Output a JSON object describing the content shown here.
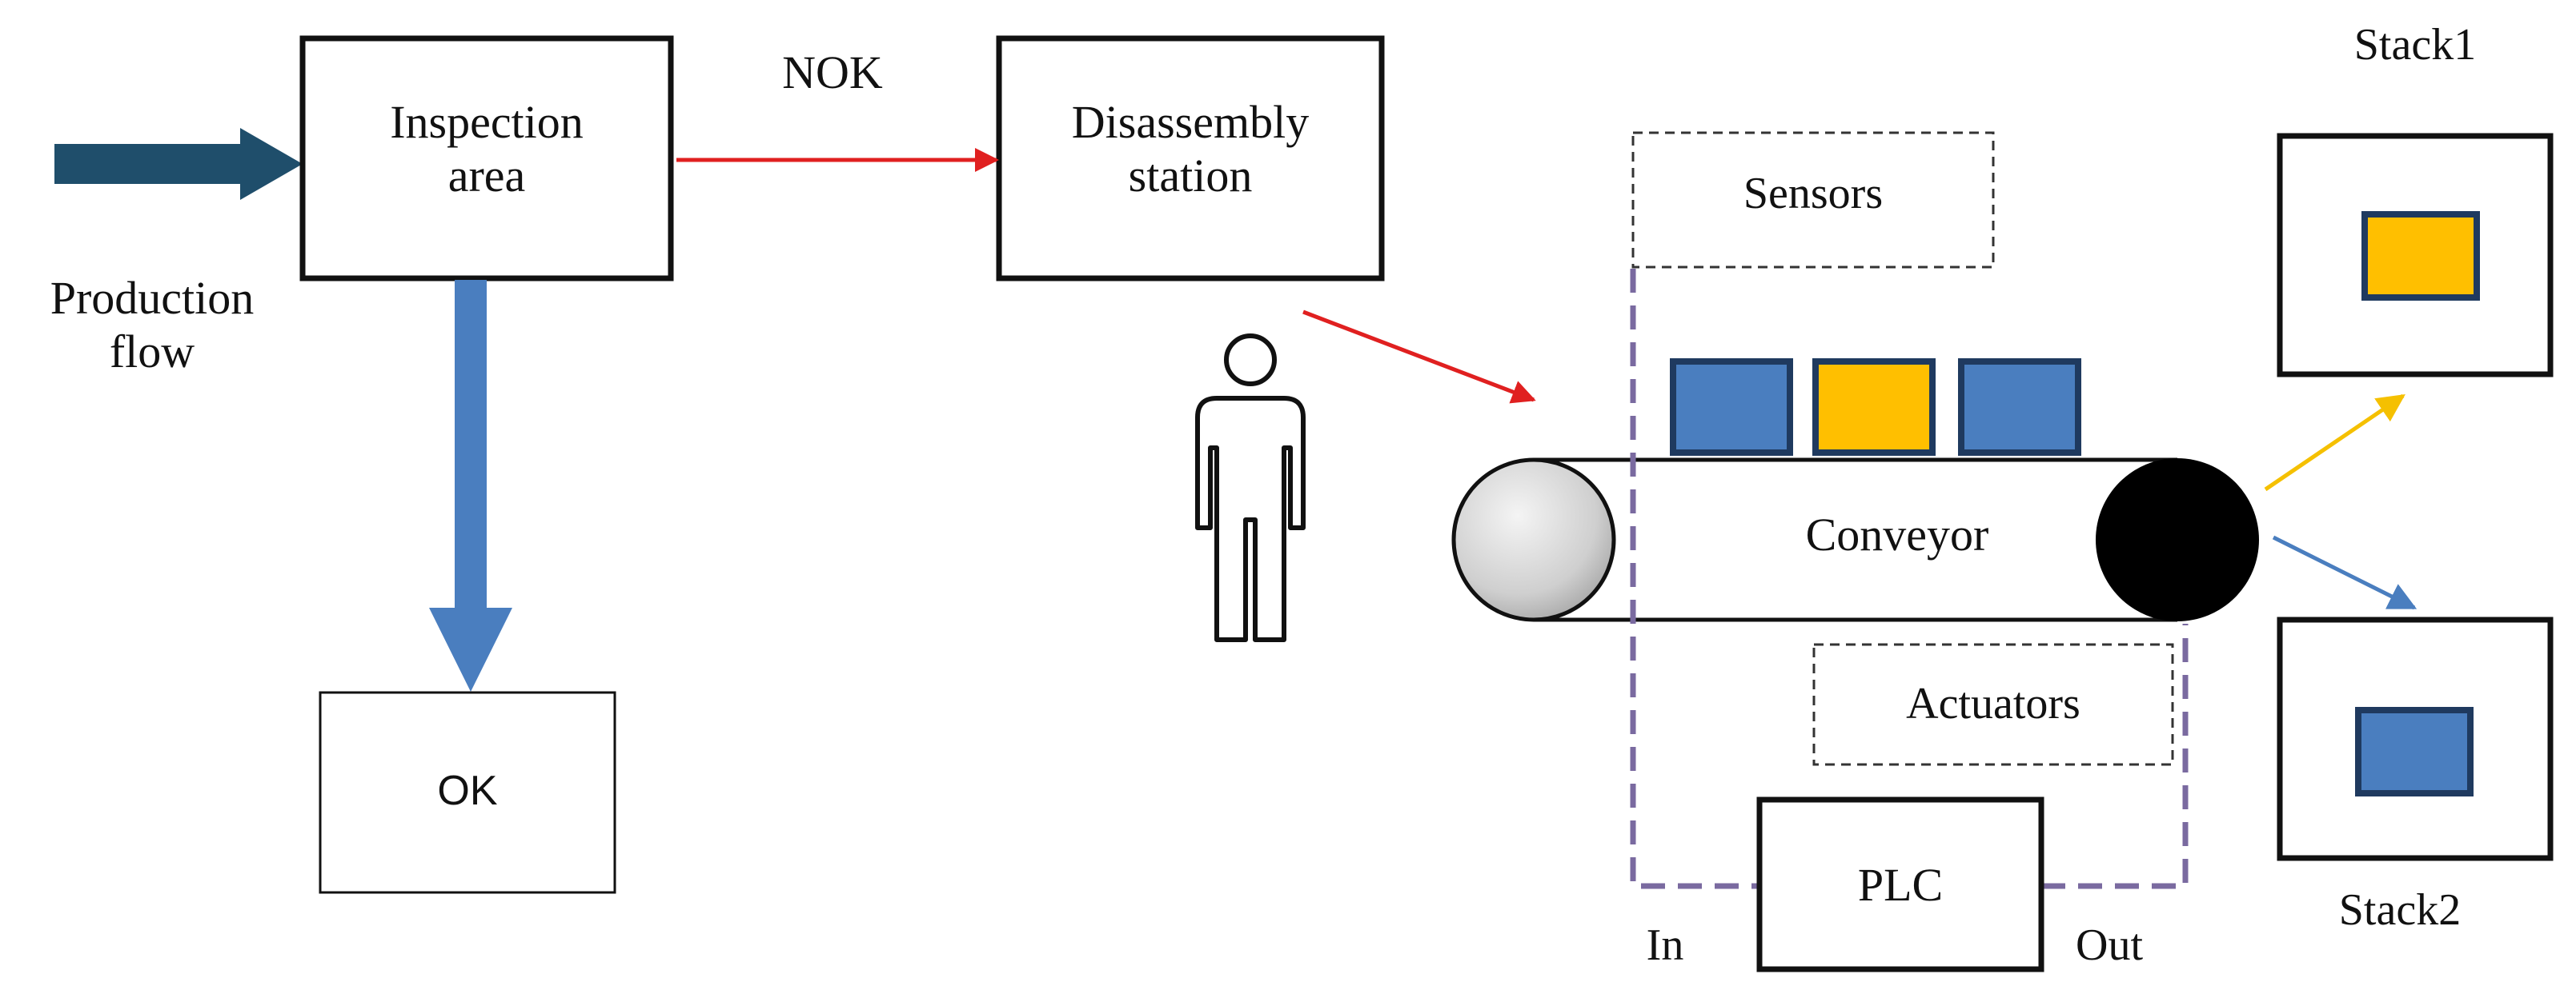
{
  "labels": {
    "inspection": "Inspection\narea",
    "disassembly": "Disassembly\nstation",
    "nok": "NOK",
    "production_flow": "Production\nflow",
    "ok": "OK",
    "sensors": "Sensors",
    "conveyor": "Conveyor",
    "actuators": "Actuators",
    "plc": "PLC",
    "in": "In",
    "out": "Out",
    "stack1": "Stack1",
    "stack2": "Stack2"
  },
  "colors": {
    "flow_arrow": "#1f4e6b",
    "ok_arrow": "#4a7ebf",
    "nok_arrow": "#e02020",
    "item_blue": "#4a7ebf",
    "item_yellow": "#ffbf00",
    "item_border": "#1f3a5f",
    "dashed_purple": "#7a6aa0",
    "yellow_arrow": "#f5c000",
    "blue_arrow": "#4a7ebf"
  },
  "conveyor_items": [
    {
      "name": "item-blue-1",
      "color": "blue"
    },
    {
      "name": "item-yellow",
      "color": "yellow"
    },
    {
      "name": "item-blue-2",
      "color": "blue"
    }
  ]
}
